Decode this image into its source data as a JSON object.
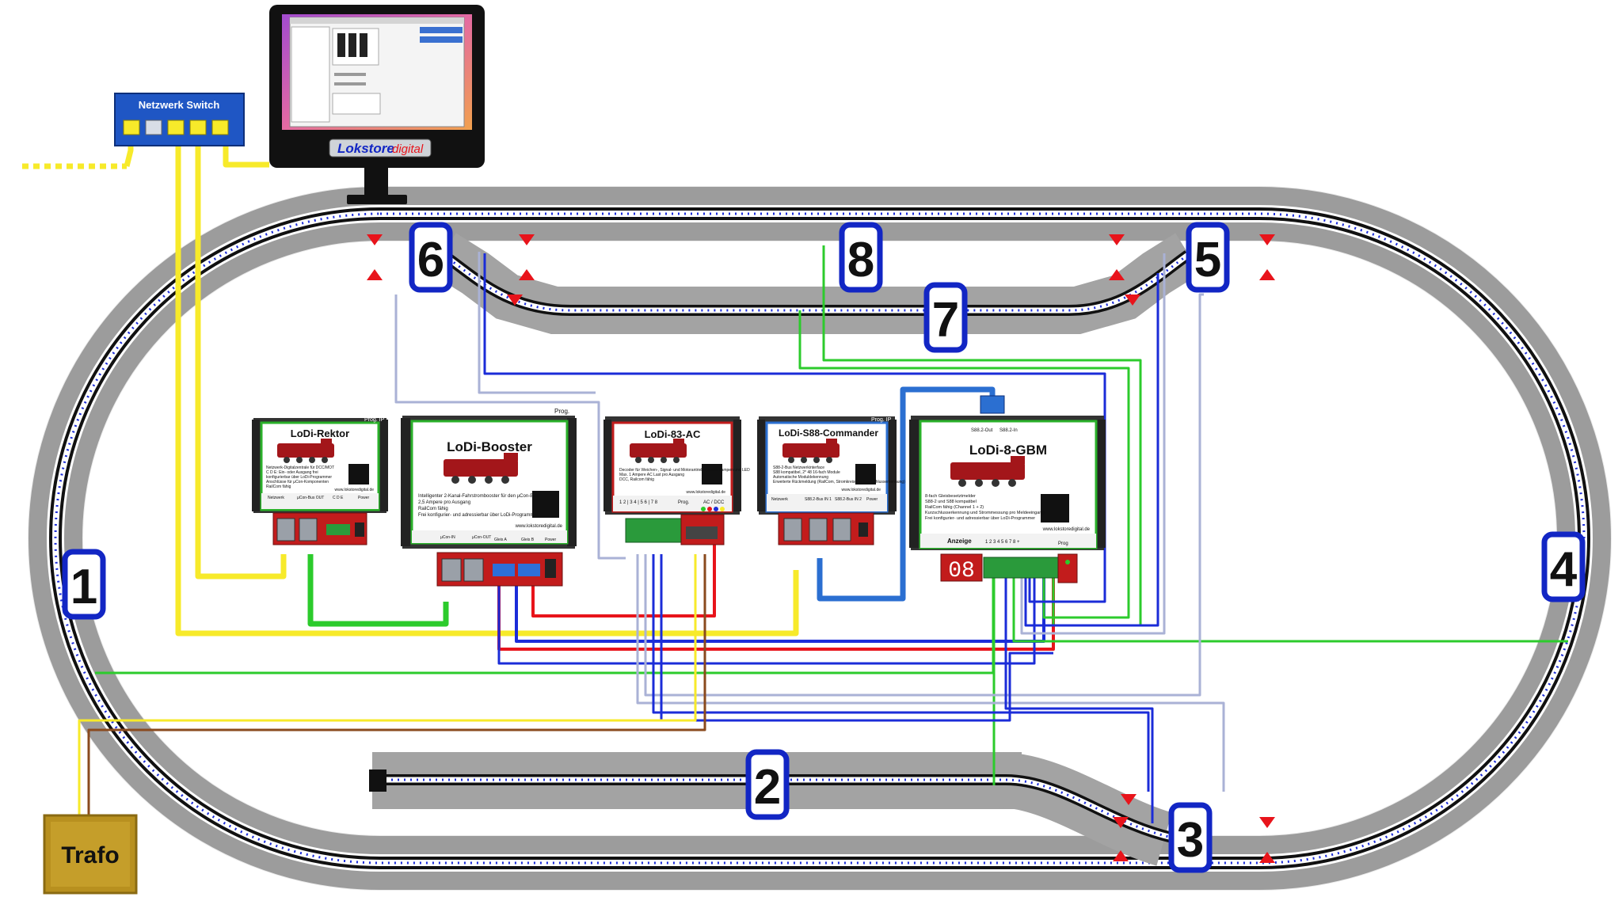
{
  "switch": {
    "label": "Netzwerk Switch"
  },
  "monitor": {
    "logo_main": "Lokstore",
    "logo_accent": "digital"
  },
  "trafo": {
    "label": "Trafo"
  },
  "sections": [
    "1",
    "2",
    "3",
    "4",
    "5",
    "6",
    "7",
    "8"
  ],
  "devices": {
    "rektor": {
      "title": "LoDi-Rektor",
      "prog": "Prog. IP",
      "features": [
        "Netzwerk-Digitalzentrale für DCC/MOT",
        "C D E: Ein- oder Ausgang frei",
        "konfigurierbar über LoDi-Programmer",
        "Anschlüsse für µCon-Komponenten",
        "RailCom fähig"
      ],
      "url": "www.lokstoredigital.de",
      "ports": [
        "Netzwerk",
        "µCon-Bus OUT",
        "C D E",
        "Power"
      ]
    },
    "booster": {
      "title": "LoDi-Booster",
      "prog": "Prog.",
      "features": [
        "Intelligenter 2-Kanal-Fahrstrombooster für den µCon-Bus",
        "2,5 Ampere pro Ausgang",
        "RailCom fähig",
        "Frei konfigurier- und adressierbar über LoDi-Programmer"
      ],
      "url": "www.lokstoredigital.de",
      "ports": [
        "µCon-IN",
        "µCon-OUT",
        "Gleis A",
        "Gleis B",
        "Power"
      ]
    },
    "ac83": {
      "title": "LoDi-83-AC",
      "features": [
        "Decoder für Weichen-, Signal- und Motorantriebe, sowie Lampen und LED",
        "Max. 1 Ampere AC Last pro Ausgang",
        "DCC, Railcom fähig"
      ],
      "url": "www.lokstoredigital.de",
      "ports": [
        "Prog.",
        "AC / DCC"
      ],
      "outputs": "1 2 | 3 4 | 5 6 | 7 8"
    },
    "s88": {
      "title": "LoDi-S88-Commander",
      "prog": "Prog. IP",
      "features": [
        "S88-2-Bus Netzwerkinterface",
        "S88 kompatibel, 2* 48 16-fach Module",
        "Automatische Moduldekennung",
        "Erweiterte Rückmeldung (RailCom, Stromkreisung, Kurzschlusserkennung)"
      ],
      "url": "www.lokstoredigital.de",
      "ports": [
        "Netzwerk",
        "S88.2-Bus IN 1",
        "S88.2-Bus IN 2",
        "Power"
      ]
    },
    "gbm": {
      "title": "LoDi-8-GBM",
      "bus_out": "S88.2-Out",
      "bus_in": "S88.2-In",
      "features": [
        "8-fach Gleisbesetztmelder",
        "S88-2 und S88 kompatibel",
        "RailCom fähig (Channel 1 + 2)",
        "Kurzschlusserkennung und Strommessung pro Meldeeingang",
        "Frei konfigurier- und adressierbar über LoDi-Programmer"
      ],
      "url": "www.lokstoredigital.de",
      "display_label": "Anzeige",
      "display_value": "08",
      "inputs": "1 2 3 4 5 6 7 8 +",
      "prog": "Prog"
    }
  },
  "colors": {
    "track_gray": "#a3a3a3",
    "ethernet": "#f7ea2a",
    "ucon_bus": "#2ccb2c",
    "s88_bus": "#2b6fd1",
    "feed_red": "#e8141b",
    "feed_blue": "#1b2cd8",
    "trafo": "#b8901f",
    "section_border": "#1226c4"
  }
}
